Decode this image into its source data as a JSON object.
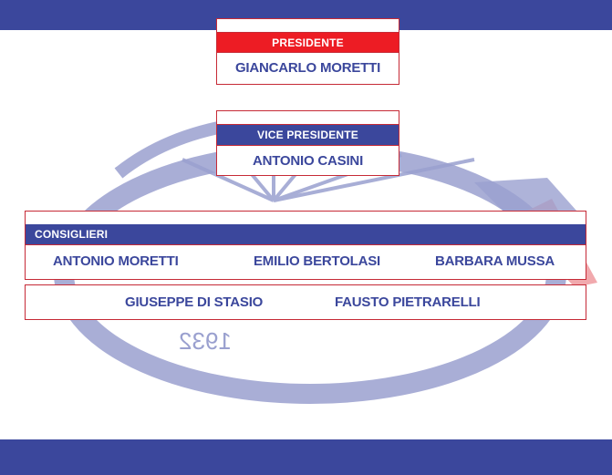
{
  "colors": {
    "brand_blue": "#3b479c",
    "accent_red": "#ed1c24",
    "border_red": "#c62a36",
    "watermark_blue": "#9aa0cf",
    "watermark_red": "#f0a0a4"
  },
  "watermark": {
    "year": "1932"
  },
  "president": {
    "title": "PRESIDENTE",
    "name": "GIANCARLO MORETTI"
  },
  "vice_president": {
    "title": "VICE PRESIDENTE",
    "name": "ANTONIO CASINI"
  },
  "councillors": {
    "title": "CONSIGLIERI",
    "names": [
      "ANTONIO MORETTI",
      "EMILIO BERTOLASI",
      "BARBARA MUSSA",
      "GIUSEPPE DI STASIO",
      "FAUSTO PIETRARELLI"
    ]
  }
}
